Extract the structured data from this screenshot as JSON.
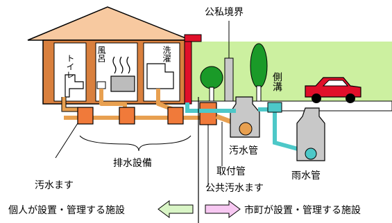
{
  "labels": {
    "boundary": "公私境界",
    "toilet": "トイレ",
    "bath": "風呂",
    "laundry": "洗濯",
    "gutter": "側溝",
    "sewage_pipe": "汚水管",
    "drain_facility": "排水設備",
    "sewage_basin": "汚水ます",
    "connection_pipe": "取付管",
    "storm_pipe": "雨水管",
    "public_basin": "公共汚水ます",
    "private_facility": "個人が設置・管理する施設",
    "public_facility": "市町が設置・管理する施設"
  },
  "colors": {
    "roof": "#f7c9a0",
    "house_wall": "#d9803e",
    "sewage_pipe": "#e8a050",
    "basin": "#f07a3a",
    "storm_water": "#4dc8c8",
    "public_land": "#ccf0a0",
    "manhole": "#c8c8c8",
    "car": "#e0102a",
    "tree": "#1a9a28",
    "private_arrow": "#d9f5c6",
    "public_arrow": "#f7c8f2"
  }
}
